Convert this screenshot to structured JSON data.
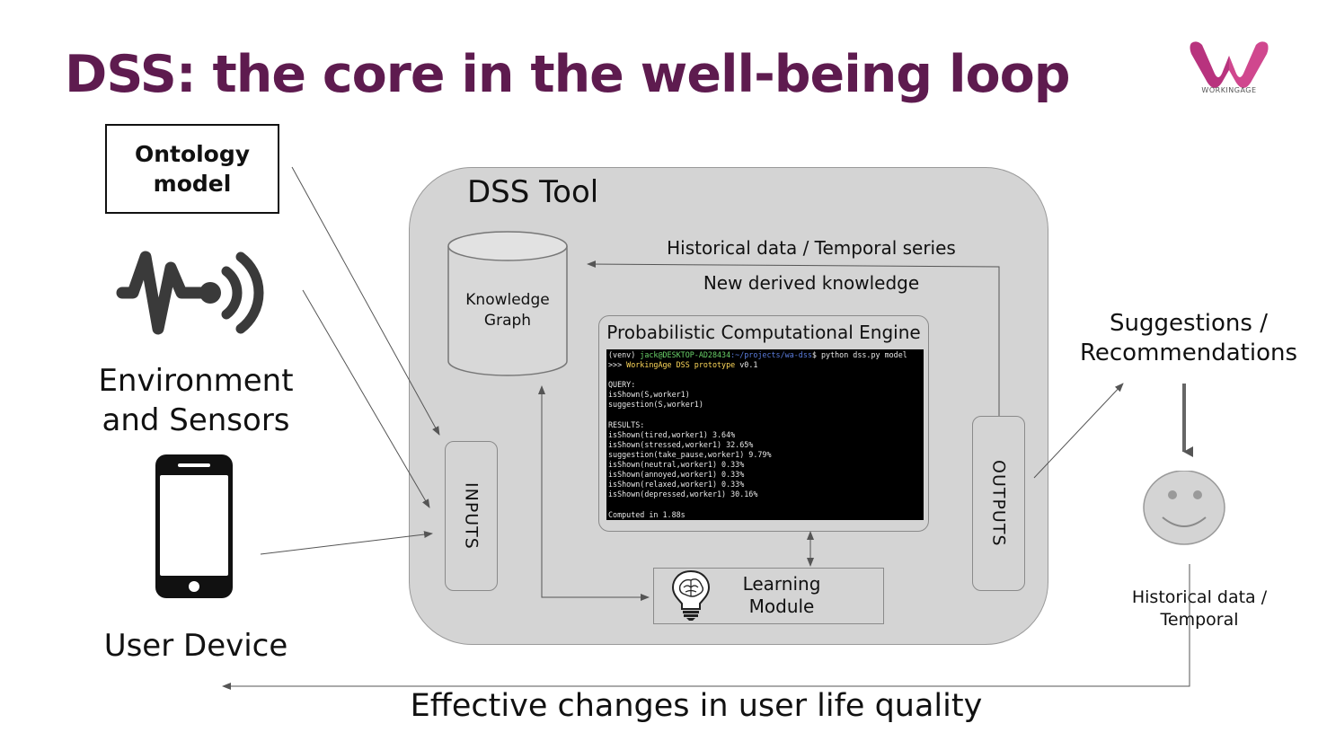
{
  "title": "DSS: the core in the well-being loop",
  "logo": {
    "text": "WORKINGAGE",
    "color": "#b8337e"
  },
  "left": {
    "ontology_label": "Ontology model",
    "environment_label": "Environment and Sensors",
    "user_device_label": "User Device"
  },
  "dss": {
    "title": "DSS Tool",
    "knowledge_graph_label": "Knowledge Graph",
    "historical_series_label": "Historical data / Temporal series",
    "new_knowledge_label": "New derived knowledge",
    "engine_title": "Probabilistic Computational Engine",
    "inputs_label": "INPUTS",
    "outputs_label": "OUTPUTS",
    "learning_label": "Learning Module"
  },
  "terminal": {
    "venv": "(venv) ",
    "user": "jack@DESKTOP-AD28434",
    "path": ":~/projects/wa-dss",
    "command": "$ python dss.py model",
    "banner_prefix": ">>> ",
    "banner_app": "WorkingAge DSS prototype",
    "banner_version": " v0.1",
    "query_header": "QUERY:",
    "queries": [
      "isShown(S,worker1)",
      "suggestion(S,worker1)"
    ],
    "results_header": "RESULTS:",
    "results": [
      "isShown(tired,worker1) 3.64%",
      "isShown(stressed,worker1) 32.65%",
      "suggestion(take_pause,worker1) 9.79%",
      "isShown(neutral,worker1) 0.33%",
      "isShown(annoyed,worker1) 0.33%",
      "isShown(relaxed,worker1) 0.33%",
      "isShown(depressed,worker1) 30.16%"
    ],
    "timing": "Computed in 1.88s"
  },
  "right": {
    "suggestions_label": "Suggestions / Recommendations",
    "historical_label": "Historical data / Temporal"
  },
  "bottom": {
    "effective_label": "Effective changes in user life quality"
  }
}
